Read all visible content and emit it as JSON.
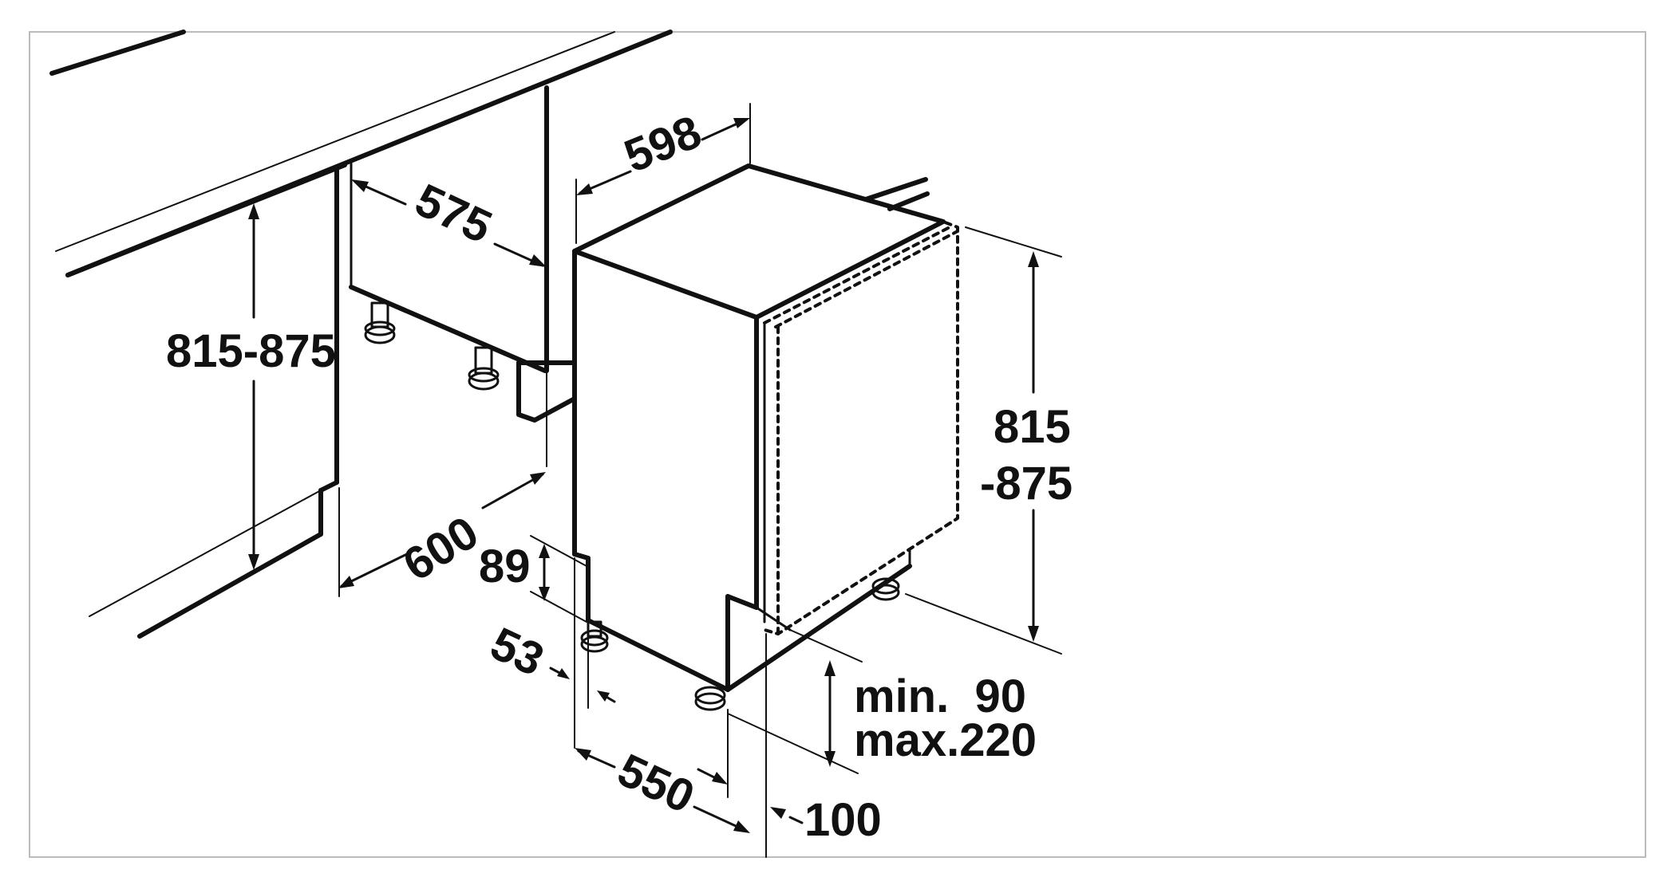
{
  "labels": {
    "cabinet_height": "815-875",
    "cabinet_depth": "575",
    "niche_depth": "600",
    "appliance_width": "598",
    "appliance_height_line1": "815",
    "appliance_height_line2": "-875",
    "plinth_height": "89",
    "foot_inset": "53",
    "appliance_depth": "550",
    "door_offset": "100",
    "plinth_range_line1": "min.  90",
    "plinth_range_line2": "max.220"
  },
  "colors": {
    "line": "#111111",
    "frame": "#bbbbbb",
    "background": "#ffffff"
  }
}
